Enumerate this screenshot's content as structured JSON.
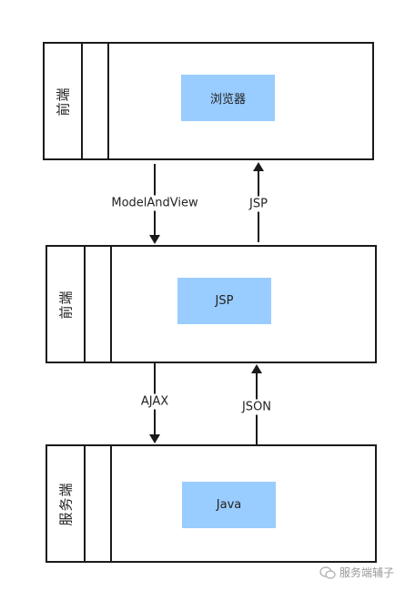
{
  "lanes": [
    {
      "title": "前端",
      "node": "浏览器"
    },
    {
      "title": "前端",
      "node": "JSP"
    },
    {
      "title": "服务端",
      "node": "Java"
    }
  ],
  "edges": {
    "lane1_to_lane2": "ModelAndView",
    "lane2_to_lane1": "JSP",
    "lane2_to_lane3": "AJAX",
    "lane3_to_lane2": "JSON"
  },
  "watermark": "服务端辅子",
  "colors": {
    "node_fill": "#99ccff",
    "stroke": "#1a1a1a"
  }
}
